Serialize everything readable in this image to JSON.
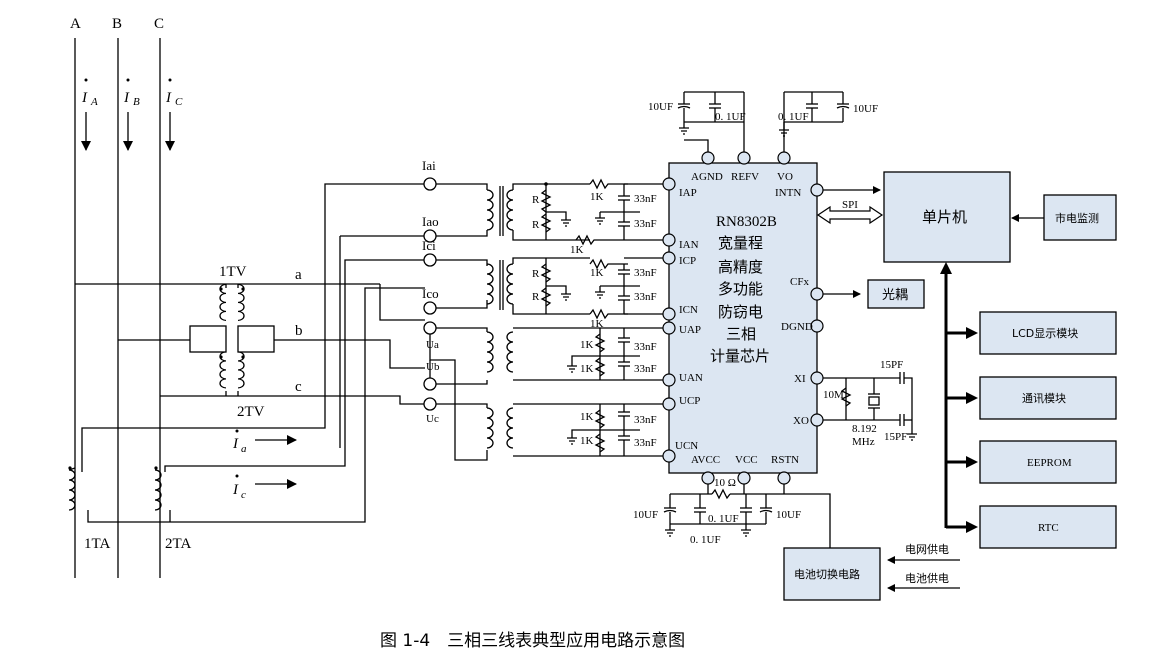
{
  "phases": [
    "A",
    "B",
    "C"
  ],
  "currents": [
    "I",
    "I",
    "I"
  ],
  "current_subs": [
    "A",
    "B",
    "C"
  ],
  "sec_currents": [
    "I",
    "I"
  ],
  "sec_current_subs": [
    "a",
    "c"
  ],
  "transformers": {
    "tv": [
      "1TV",
      "2TV"
    ],
    "ta": [
      "1TA",
      "2TA"
    ]
  },
  "taps": [
    "a",
    "b",
    "c"
  ],
  "terminals": [
    "Iai",
    "Iao",
    "Ici",
    "Ico",
    "Ua",
    "Ub",
    "Uc"
  ],
  "components": {
    "r": "R",
    "k1": "1K",
    "c33": "33nF",
    "c10uf": "10UF",
    "c01uf": "0.1UF",
    "c01uf_wide": "0. 1UF",
    "c15pf": "15PF",
    "r10m": "10M",
    "crystal": [
      "8.192",
      "MHz"
    ],
    "r10ohm": "10 Ω"
  },
  "chip": {
    "name": "RN8302B",
    "lines": [
      "宽量程",
      "高精度",
      "多功能",
      "防窃电",
      "三相",
      "计量芯片"
    ],
    "left_pins": [
      "IAP",
      "IAN",
      "ICP",
      "ICN",
      "UAP",
      "UAN",
      "UCP",
      "UCN"
    ],
    "top_pins": [
      "AGND",
      "REFV",
      "VO"
    ],
    "right_pins": [
      "INTN",
      "CFx",
      "DGND",
      "XI",
      "XO"
    ],
    "bottom_pins": [
      "AVCC",
      "VCC",
      "RSTN"
    ]
  },
  "bus": "SPI",
  "blocks": {
    "mcu": "单片机",
    "mains_monitor": "市电监测",
    "optocoupler": "光耦",
    "lcd": "LCD显示模块",
    "comm": "通讯模块",
    "eeprom": "EEPROM",
    "rtc": "RTC",
    "battery_switch": "电池切换电路"
  },
  "power_inputs": [
    "电网供电",
    "电池供电"
  ],
  "caption": "图 1-4　三相三线表典型应用电路示意图"
}
